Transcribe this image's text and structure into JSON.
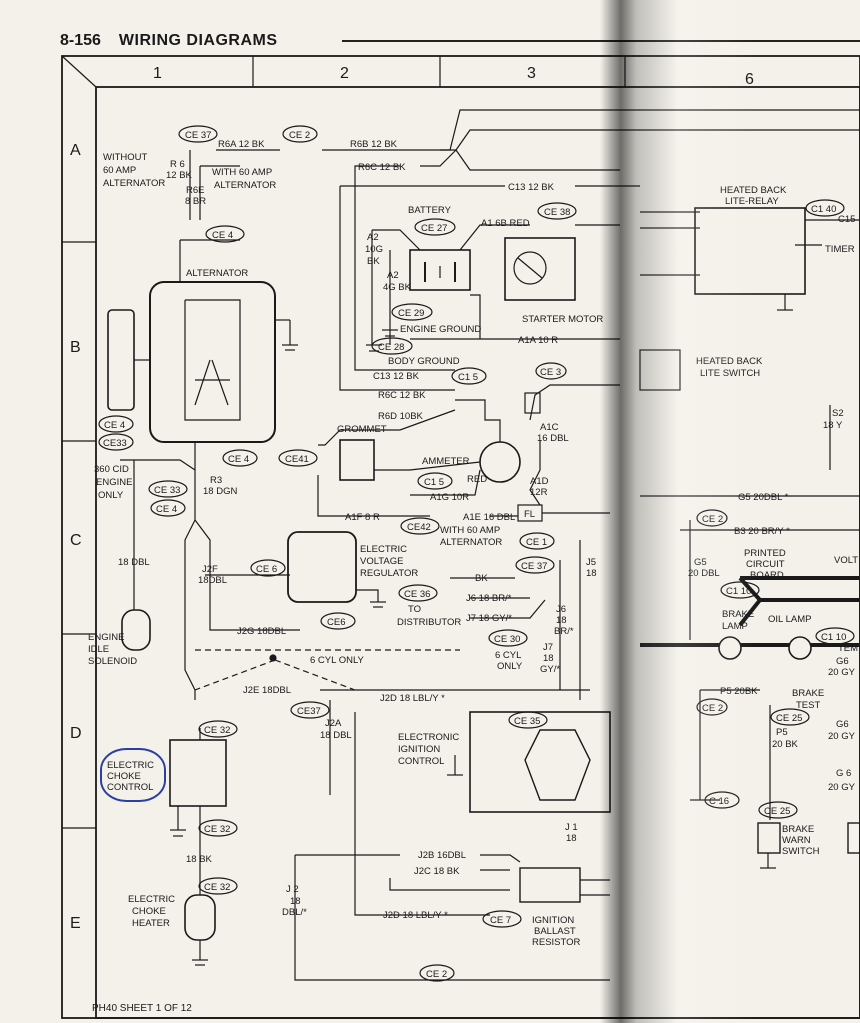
{
  "header": {
    "page_number": "8-156",
    "title": "WIRING DIAGRAMS"
  },
  "grid": {
    "columns": [
      "1",
      "2",
      "3",
      "6"
    ],
    "rows": [
      "A",
      "B",
      "C",
      "D",
      "E"
    ]
  },
  "connectors": {
    "ce37a": "CE 37",
    "ce2a": "CE 2",
    "ce4a": "CE 4",
    "ce27": "CE 27",
    "ce38": "CE 38",
    "ce29": "CE 29",
    "ce28": "CE 28",
    "c15a": "C1 5",
    "ce3": "CE 3",
    "ce4b": "CE 4",
    "ce33a": "CE33",
    "ce4c": "CE 4",
    "ce41": "CE41",
    "ce33b": "CE 33",
    "ce4d": "CE 4",
    "c15b": "C1 5",
    "ce42": "CE42",
    "c1": "CE 1",
    "ce37b": "CE 37",
    "ce2b": "CE 2",
    "ce6a": "CE 6",
    "ce6b": "CE6",
    "ce36": "CE 36",
    "ce30": "CE 30",
    "ce35": "CE 35",
    "ce37c": "CE37",
    "ce32a": "CE 32",
    "ce32b": "CE 32",
    "ce32c": "CE 32",
    "ce7": "CE 7",
    "ce2c": "CE 2",
    "c40": "C1 40",
    "c110": "C1 10",
    "c10b": "C1 10",
    "ce25a": "CE 25",
    "ce25b": "CE 25",
    "ce2d": "CE 2",
    "c16": "C 16"
  },
  "labels": {
    "without_60": "WITHOUT",
    "without_60b": "60 AMP",
    "without_60c": "ALTERNATOR",
    "r6": "R 6",
    "r6b": "12 BK",
    "r6e": "R6E",
    "r6eb": "8 BR",
    "with_60": "WITH 60 AMP",
    "with_60b": "ALTERNATOR",
    "r6a": "R6A 12 BK",
    "r6b_wire": "R6B 12 BK",
    "r6c": "R6C 12 BK",
    "c13_top": "C13 12 BK",
    "battery": "BATTERY",
    "a2_10": "A2",
    "a2_10b": "10G",
    "a2_10c": "BK",
    "a2_4": "A2",
    "a2_4b": "4G BK",
    "a1": "A1 6B RED",
    "engine_ground": "ENGINE GROUND",
    "body_ground": "BODY GROUND",
    "starter": "STARTER MOTOR",
    "a1a": "A1A 10 R",
    "alternator": "ALTERNATOR",
    "c13_b": "C13 12 BK",
    "r6c_b": "R6C 12 BK",
    "r6d": "R6D 10BK",
    "grommet": "GROMMET",
    "ammeter": "AMMETER",
    "a1c": "A1C",
    "a1c_b": "16 DBL",
    "a1d": "A1D",
    "a1d_b": "12R",
    "red": "RED",
    "a1g": "A1G 10R",
    "a1f": "A1F 8 R",
    "a1e": "A1E 16 DBL",
    "fl": "FL",
    "with60_c": "WITH 60 AMP",
    "with60_cb": "ALTERNATOR",
    "cid360": "360 CID",
    "cid360b": "ENGINE",
    "cid360c": "ONLY",
    "r3": "R3",
    "r3b": "18 DGN",
    "dbl18": "18 DBL",
    "j2f": "J2F",
    "j2fb": "18DBL",
    "evr": "ELECTRIC",
    "evrb": "VOLTAGE",
    "evrc": "REGULATOR",
    "bk": "BK",
    "to_dist": "TO",
    "to_distb": "DISTRIBUTOR",
    "j6": "J6 18 BR/*",
    "j7": "J7 18 GY/*",
    "j6b": "J6",
    "j6c": "18",
    "j6d": "BR/*",
    "j7b": "J7",
    "j7c": "18",
    "j7d": "GY/*",
    "six_cyl": "6 CYL",
    "six_cylb": "ONLY",
    "j2g": "J2G 18DBL",
    "six_only": "6 CYL ONLY",
    "eis": "ENGINE",
    "eisb": "IDLE",
    "eisc": "SOLENOID",
    "j2e": "J2E 18DBL",
    "j2d": "J2D 18 LBL/Y *",
    "j2a": "J2A",
    "j2ab": "18 DBL",
    "eic": "ELECTRONIC",
    "eicb": "IGNITION",
    "eicc": "CONTROL",
    "ecc": "ELECTRIC",
    "eccb": "CHOKE",
    "eccc": "CONTROL",
    "bk18": "18 BK",
    "ech": "ELECTRIC",
    "echb": "CHOKE",
    "echc": "HEATER",
    "j2b": "J2B 16DBL",
    "j2c": "J2C 18 BK",
    "j2": "J 2",
    "j2b2": "18",
    "j2c2": "DBL/*",
    "j2d_b": "J2D 18 LBL/Y *",
    "ibr": "IGNITION",
    "ibrb": "BALLAST",
    "ibrc": "RESISTOR",
    "hblr": "HEATED BACK",
    "hblrb": "LITE-RELAY",
    "c15_r": "C15",
    "timer": "TIMER",
    "hbls": "HEATED BACK",
    "hblsb": "LITE SWITCH",
    "s2": "S2",
    "s2b": "18 Y",
    "g5": "G5 20DBL *",
    "b3": "B3 20 BR/Y *",
    "pcb": "PRINTED",
    "pcbb": "CIRCUIT",
    "pcbc": "BOARD",
    "volt": "VOLT",
    "brake_lamp": "BRAKE",
    "brake_lampb": "LAMP",
    "oil_lamp": "OIL LAMP",
    "tem": "TEM",
    "g6a": "G6",
    "g6ab": "20 GY",
    "p5": "P5 20BK",
    "brake_test": "BRAKE",
    "brake_testb": "TEST",
    "p5b": "P5",
    "p5c": "20 BK",
    "g6b": "G6",
    "g6bb": "20 GY",
    "g6c": "G 6",
    "g6cb": "20 GY",
    "bws": "BRAKE",
    "bwsb": "WARN",
    "bwsc": "SWITCH",
    "g5v": "G5",
    "g5vb": "20 DBL",
    "j1": "J 1",
    "j1b": "18",
    "j5": "J5",
    "j5b": "18"
  },
  "footer": {
    "sheet": "PH40 SHEET 1 OF 12"
  }
}
